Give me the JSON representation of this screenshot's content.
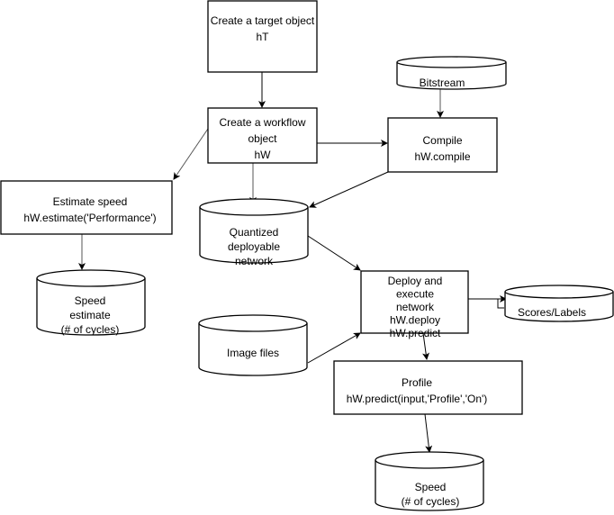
{
  "nodes": {
    "target": {
      "lines": [
        "Create a target object",
        "hT"
      ]
    },
    "workflow": {
      "lines": [
        "Create a workflow",
        "object",
        "hW"
      ]
    },
    "bitstream": {
      "lines": [
        "Bitstream"
      ]
    },
    "compile": {
      "lines": [
        "Compile",
        "hW.compile"
      ]
    },
    "estimate": {
      "lines": [
        "Estimate speed",
        "hW.estimate('Performance')"
      ]
    },
    "quantized": {
      "lines": [
        "Quantized",
        "deployable",
        "network"
      ]
    },
    "speed_estimate": {
      "lines": [
        "Speed",
        "estimate",
        "(# of cycles)"
      ]
    },
    "deploy": {
      "lines": [
        "Deploy and",
        "execute",
        "network",
        "hW.deploy",
        "hW.predict"
      ]
    },
    "scores": {
      "lines": [
        "Scores/Labels"
      ]
    },
    "images": {
      "lines": [
        "Image files"
      ]
    },
    "profile": {
      "lines": [
        "Profile",
        "hW.predict(input,'Profile','On')"
      ]
    },
    "speed": {
      "lines": [
        "Speed",
        "(# of cycles)"
      ]
    }
  }
}
